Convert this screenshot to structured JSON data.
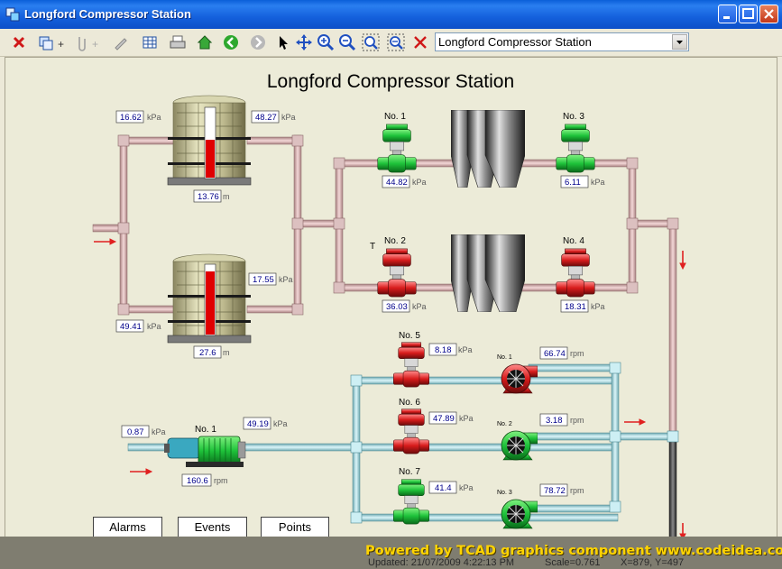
{
  "window": {
    "title": "Longford Compressor Station"
  },
  "toolbar": {
    "combo_value": "Longford Compressor Station"
  },
  "diagram": {
    "title": "Longford Compressor Station",
    "tank1": {
      "p_left": "16.62",
      "p_right": "48.27",
      "level": "13.76",
      "level_unit": "m"
    },
    "tank2": {
      "p_left": "49.41",
      "p_right": "17.55",
      "level": "27.6",
      "level_unit": "m"
    },
    "valves": {
      "v1": {
        "label": "No. 1",
        "value": "44.82"
      },
      "v2": {
        "label": "No. 2",
        "value": "36.03",
        "tag": "T"
      },
      "v3": {
        "label": "No. 3",
        "value": "6.11"
      },
      "v4": {
        "label": "No. 4",
        "value": "18.31"
      },
      "v5": {
        "label": "No. 5",
        "value": "8.18"
      },
      "v6": {
        "label": "No. 6",
        "value": "47.89"
      },
      "v7": {
        "label": "No. 7",
        "value": "41.4"
      }
    },
    "pumps": {
      "p1": {
        "label": "No. 1",
        "value": "66.74"
      },
      "p2": {
        "label": "No. 2",
        "value": "3.18"
      },
      "p3": {
        "label": "No. 3",
        "value": "78.72"
      }
    },
    "motor": {
      "label": "No. 1",
      "inlet": "0.87",
      "outlet": "49.19",
      "speed": "160.6"
    },
    "units": {
      "kpa": "kPa",
      "rpm": "rpm"
    }
  },
  "buttons": {
    "alarms": "Alarms",
    "events": "Events",
    "points": "Points"
  },
  "status": {
    "updated": "Updated: 21/07/2009 4:22:13 PM",
    "scale": "Scale=0.761",
    "coords": "X=879, Y=497"
  },
  "branding": {
    "powered": "Powered by TCAD graphics component www.codeidea.com"
  },
  "colors": {
    "pipe_pink": "#e8bcbc",
    "pipe_blue": "#b8e6ee",
    "valve_green": "#22c23a",
    "valve_red": "#d82020",
    "value_text": "#00008b"
  }
}
